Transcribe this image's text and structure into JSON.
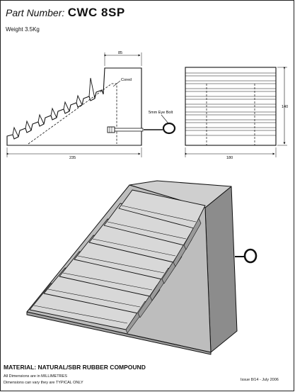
{
  "header": {
    "part_number_label": "Part Number:",
    "part_number": "CWC 8SP",
    "weight": "Weight 3.5Kg"
  },
  "side_view": {
    "dim_top": "85",
    "dim_bottom": "235",
    "label_cored": "Cored",
    "label_eye_bolt": "5mm Eye Bolt"
  },
  "end_view": {
    "dim_height": "140",
    "dim_width": "180"
  },
  "footer": {
    "material": "MATERIAL: NATURAL/SBR RUBBER COMPOUND",
    "note_units": "All Dimensions are in MILLIMETRES",
    "note_typical": "Dimensions can vary they are TYPICAL ONLY",
    "issue": "Issue 8/14 - July 2006"
  },
  "colors": {
    "ink": "#111111",
    "face_light": "#d0d0d0",
    "face_mid": "#b8b8b8",
    "face_dark": "#8c8c8c"
  }
}
